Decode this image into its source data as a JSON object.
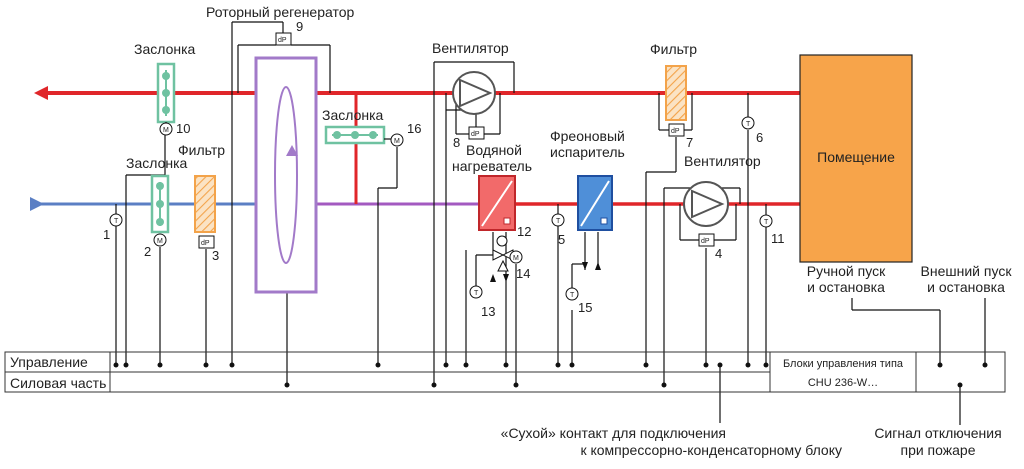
{
  "colors": {
    "exhaust_line": "#e0262a",
    "supply_line_cold": "#5b7fc4",
    "supply_line_mixed": "#a35ac0",
    "rotor_outline": "#a27ac9",
    "damper": "#6fc2a1",
    "filter": "#f3a34a",
    "room": "#f7a44a",
    "heater_fill": "#f26a6a",
    "evaporator_fill": "#4f8fd8",
    "wire": "#111111"
  },
  "labels": {
    "rotary_regenerator": "Роторный регенератор",
    "damper_exhaust": "Заслонка",
    "damper_supply": "Заслонка",
    "damper_bypass": "Заслонка",
    "filter_supply": "Фильтр",
    "filter_exhaust": "Фильтр",
    "fan_exhaust": "Вентилятор",
    "fan_supply": "Вентилятор",
    "water_heater_1": "Водяной",
    "water_heater_2": "нагреватель",
    "freon_evaporator_1": "Фреоновый",
    "freon_evaporator_2": "испаритель",
    "room": "Помещение",
    "manual_start_1": "Ручной пуск",
    "manual_start_2": "и остановка",
    "external_start_1": "Внешний пуск",
    "external_start_2": "и остановка",
    "control": "Управление",
    "power": "Силовая часть",
    "control_units_1": "Блоки управления типа",
    "control_units_2": "CHU 236-W…",
    "dry_contact_1": "«Сухой» контакт для подключения",
    "dry_contact_2": "к компрессорно-конденсаторному блоку",
    "fire_signal_1": "Сигнал отключения",
    "fire_signal_2": "при пожаре"
  },
  "symbols": {
    "dp": "dP",
    "temp": "T",
    "motor": "M"
  },
  "numbers": {
    "n1": "1",
    "n2": "2",
    "n3": "3",
    "n4": "4",
    "n5": "5",
    "n6": "6",
    "n7": "7",
    "n8": "8",
    "n9": "9",
    "n10": "10",
    "n11": "11",
    "n12": "12",
    "n13": "13",
    "n14": "14",
    "n15": "15",
    "n16": "16"
  }
}
